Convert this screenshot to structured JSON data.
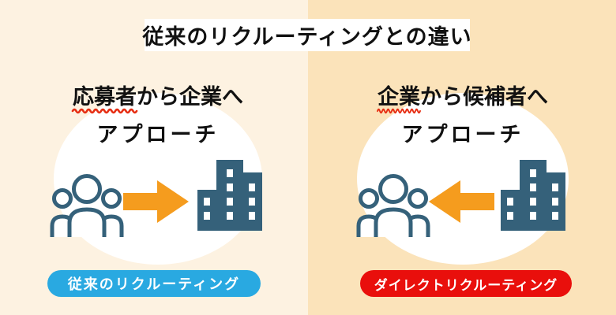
{
  "title": "従来のリクルーティングとの違い",
  "colors": {
    "left_background": "#fdf2e1",
    "right_background": "#fbe3ba",
    "circle": "#ffffff",
    "title_bar_background": "#ffffff",
    "text": "#111111",
    "wave_underline_red": "#e62d12",
    "arrow_orange": "#f59c1e",
    "icon_dark_teal": "#35617a",
    "left_badge_blue": "#29a9e1",
    "right_badge_red": "#e90f0c",
    "badge_text": "#ffffff"
  },
  "left": {
    "heading_emphasis": "応募者",
    "heading_rest": "から企業へ",
    "heading_line2": "アプローチ",
    "badge_label": "従来のリクルーティング",
    "icons": [
      "people-group-icon",
      "arrow-right-icon",
      "building-icon"
    ]
  },
  "right": {
    "heading_emphasis": "企業",
    "heading_rest": "から候補者へ",
    "heading_line2": "アプローチ",
    "badge_label": "ダイレクトリクルーティング",
    "icons": [
      "people-group-icon",
      "arrow-left-icon",
      "building-icon"
    ]
  }
}
